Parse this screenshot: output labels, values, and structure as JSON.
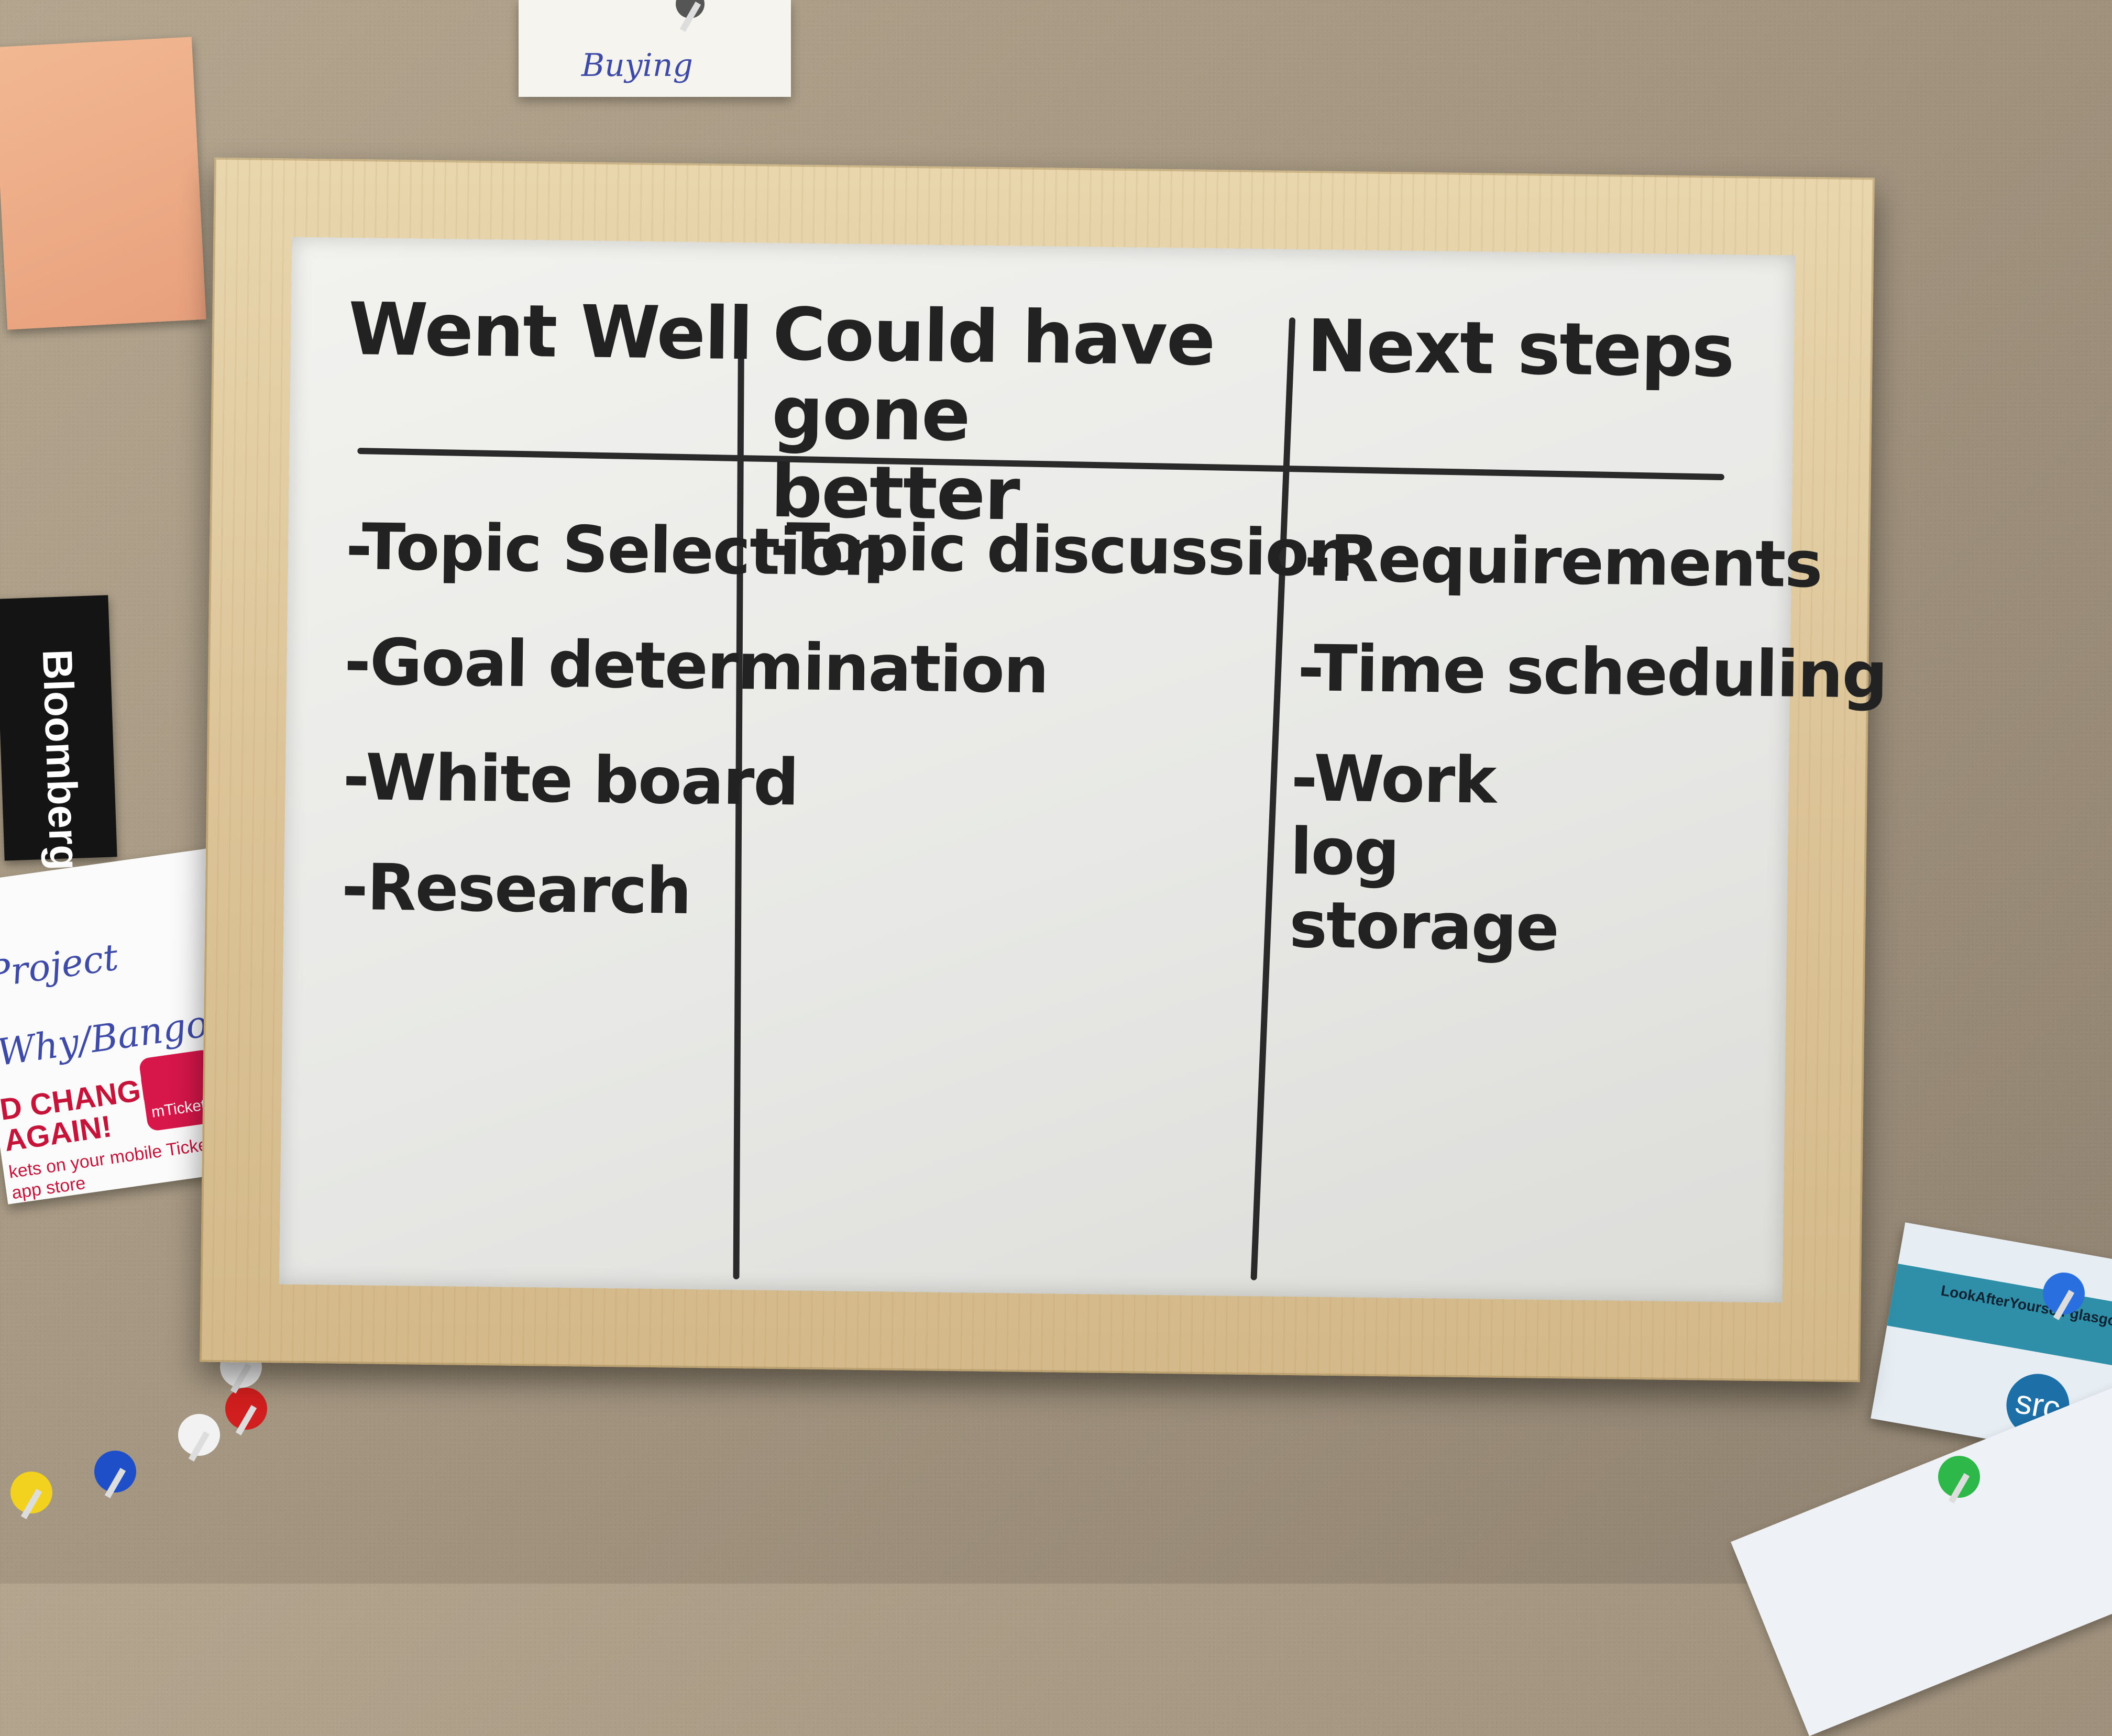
{
  "whiteboard": {
    "columns": [
      {
        "heading": "Went Well",
        "items": [
          "-Topic Selection",
          "-Goal determination",
          "-White board",
          "-Research"
        ]
      },
      {
        "heading": "Could have gone better",
        "items": [
          "-Topic discussion"
        ]
      },
      {
        "heading": "Next steps",
        "items": [
          "-Requirements",
          "-Time scheduling",
          "-Work log storage"
        ]
      }
    ],
    "marker_color": "#222222"
  },
  "corkboard": {
    "top_note": "Buying",
    "left_card": "Bloomberg",
    "ticket": {
      "hand_line_1": "Project",
      "hand_line_2": "Why/Bangor",
      "promo": "D CHANGE US AGAIN!",
      "small": "kets on your mobile Tickets in app store",
      "logo": "mTickets"
    },
    "right_card": {
      "text": "LookAfterYourself glasgowu",
      "badge": "src"
    }
  }
}
